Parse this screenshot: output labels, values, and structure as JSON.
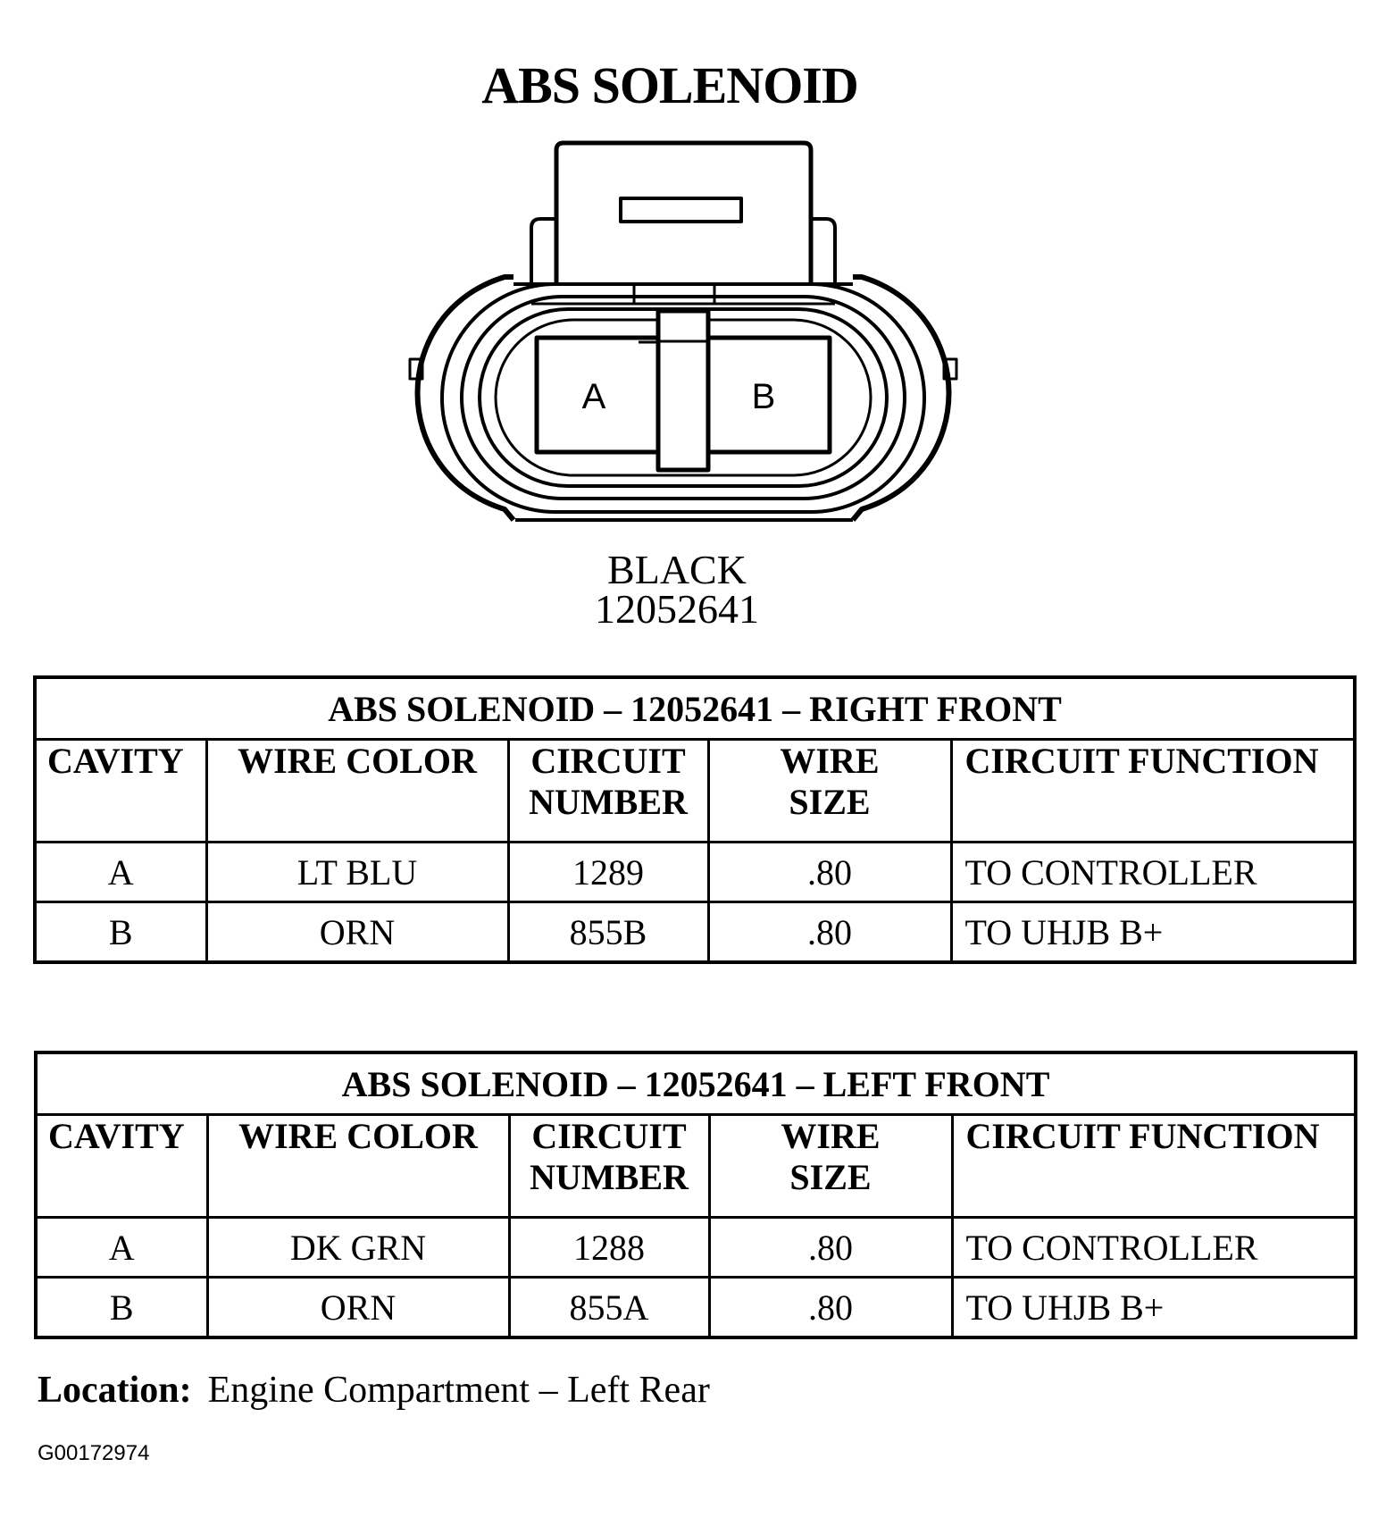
{
  "title": "ABS SOLENOID",
  "connector": {
    "cavities": [
      "A",
      "B"
    ],
    "color": "BLACK",
    "part_number": "12052641"
  },
  "tables": [
    {
      "title": "ABS SOLENOID – 12052641 – RIGHT FRONT",
      "headers": {
        "cavity": "CAVITY",
        "wire_color": "WIRE COLOR",
        "circuit_number_1": "CIRCUIT",
        "circuit_number_2": "NUMBER",
        "wire_size_1": "WIRE",
        "wire_size_2": "SIZE",
        "circuit_function": "CIRCUIT FUNCTION"
      },
      "rows": [
        {
          "cavity": "A",
          "wire_color": "LT BLU",
          "circuit_number": "1289",
          "wire_size": ".80",
          "circuit_function": "TO CONTROLLER"
        },
        {
          "cavity": "B",
          "wire_color": "ORN",
          "circuit_number": "855B",
          "wire_size": ".80",
          "circuit_function": "TO UHJB B+"
        }
      ]
    },
    {
      "title": "ABS SOLENOID – 12052641 – LEFT FRONT",
      "headers": {
        "cavity": "CAVITY",
        "wire_color": "WIRE COLOR",
        "circuit_number_1": "CIRCUIT",
        "circuit_number_2": "NUMBER",
        "wire_size_1": "WIRE",
        "wire_size_2": "SIZE",
        "circuit_function": "CIRCUIT FUNCTION"
      },
      "rows": [
        {
          "cavity": "A",
          "wire_color": "DK GRN",
          "circuit_number": "1288",
          "wire_size": ".80",
          "circuit_function": "TO CONTROLLER"
        },
        {
          "cavity": "B",
          "wire_color": "ORN",
          "circuit_number": "855A",
          "wire_size": ".80",
          "circuit_function": "TO UHJB B+"
        }
      ]
    }
  ],
  "location": {
    "label": "Location:",
    "value": "Engine Compartment – Left Rear"
  },
  "figure_id": "G00172974"
}
